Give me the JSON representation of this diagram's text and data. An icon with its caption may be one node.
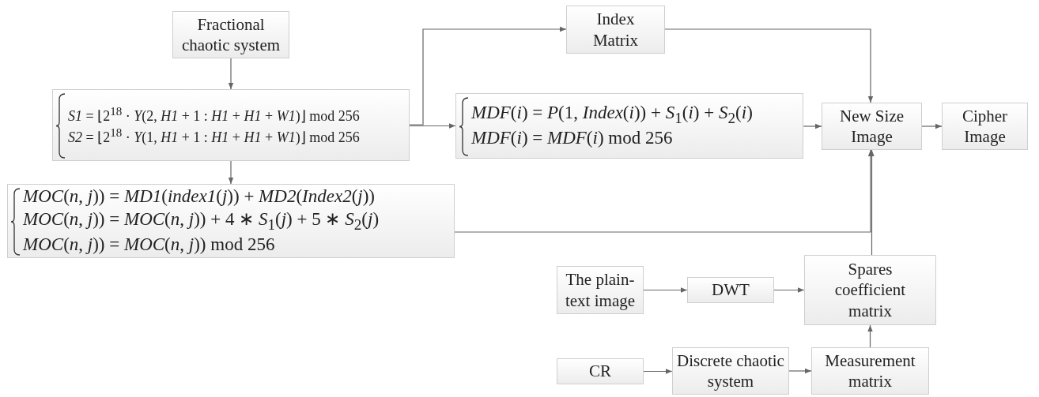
{
  "diagram": {
    "nodes": [
      {
        "text": [
          "Fractional chaotic system"
        ]
      },
      {
        "text": [
          "Index Matrix"
        ]
      },
      {
        "text": [
          "*S1* = ⌊2$^{18}$ · *Y*(2, *H1* + 1 : *H1* + *H1* + *W1*)⌋ mod 256",
          "*S2* = ⌊2$^{18}$ · *Y*(1, *H1* + 1 : *H1* + *H1* + *W1*)⌋ mod 256"
        ]
      },
      {
        "text": [
          "*MDF*(*i*) = *P*(1, *Index*(*i*)) + *S*$_{1}$(*i*) + *S*$_{2}$(*i*)",
          "*MDF*(*i*) = *MDF*(*i*) mod 256"
        ]
      },
      {
        "text": [
          "New Size Image"
        ]
      },
      {
        "text": [
          "Cipher Image"
        ]
      },
      {
        "text": [
          "*MOC*(*n*, *j*)) = *MD1*(*index1*(*j*)) + *MD2*(*Index2*(*j*))",
          "*MOC*(*n*, *j*)) = *MOC*(*n*, *j*)) + 4 ∗ *S*$_{1}$(*j*) + 5 ∗ *S*$_{2}$(*j*)",
          "*MOC*(*n*, *j*)) = *MOC*(*n*, *j*)) mod 256"
        ]
      },
      {
        "text": [
          "Spares coefficient matrix"
        ]
      },
      {
        "text": [
          "The plain-text image"
        ]
      },
      {
        "text": [
          "DWT"
        ]
      },
      {
        "text": [
          "CR"
        ]
      },
      {
        "text": [
          "Discrete chaotic system"
        ]
      },
      {
        "text": [
          "Measurement matrix"
        ]
      }
    ],
    "edges": [
      {
        "from": 0,
        "to": 2,
        "arrow": "to"
      },
      {
        "from": 2,
        "to": 3,
        "arrow": "to"
      },
      {
        "from": 2,
        "to": 1,
        "arrow": "to"
      },
      {
        "from": 2,
        "to": 6,
        "arrow": "to"
      },
      {
        "from": 1,
        "to": 4,
        "arrow": "to"
      },
      {
        "from": 3,
        "to": 4,
        "arrow": "to"
      },
      {
        "from": 4,
        "to": 5,
        "arrow": "to"
      },
      {
        "from": 6,
        "to": 4,
        "arrow": "to"
      },
      {
        "from": 7,
        "to": 4,
        "arrow": "to"
      },
      {
        "from": 8,
        "to": 9,
        "arrow": "to"
      },
      {
        "from": 9,
        "to": 7,
        "arrow": "to"
      },
      {
        "from": 10,
        "to": 11,
        "arrow": "to"
      },
      {
        "from": 11,
        "to": 12,
        "arrow": "to"
      },
      {
        "from": 12,
        "to": 7,
        "arrow": "to"
      }
    ]
  }
}
